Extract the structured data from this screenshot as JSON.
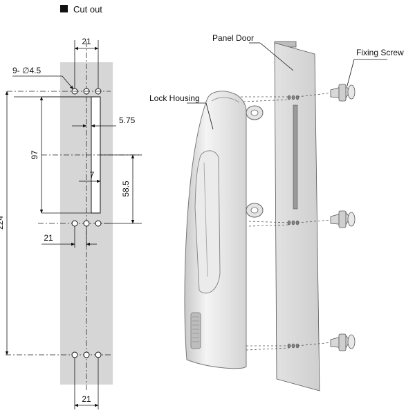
{
  "legend": {
    "label": "Cut out",
    "marker": "square-bullet"
  },
  "cutout_dims": {
    "top_width": "21",
    "holes": "9- ∅4.5",
    "slot_width": "5.75",
    "slot_length": "97",
    "slot_offset": "7",
    "slot_to_middle_holes": "58.5",
    "hole_spacing": "21",
    "overall_height": "224",
    "bottom_width": "21"
  },
  "parts": {
    "panel_door": "Panel Door",
    "lock_housing": "Lock Housing",
    "fixing_screw": "Fixing Screw"
  },
  "colors": {
    "cutout_fill": "#d6d6d6",
    "door_fill": "#d9d9d9",
    "housing_fill": "#e6e6e6",
    "line": "#111111"
  }
}
